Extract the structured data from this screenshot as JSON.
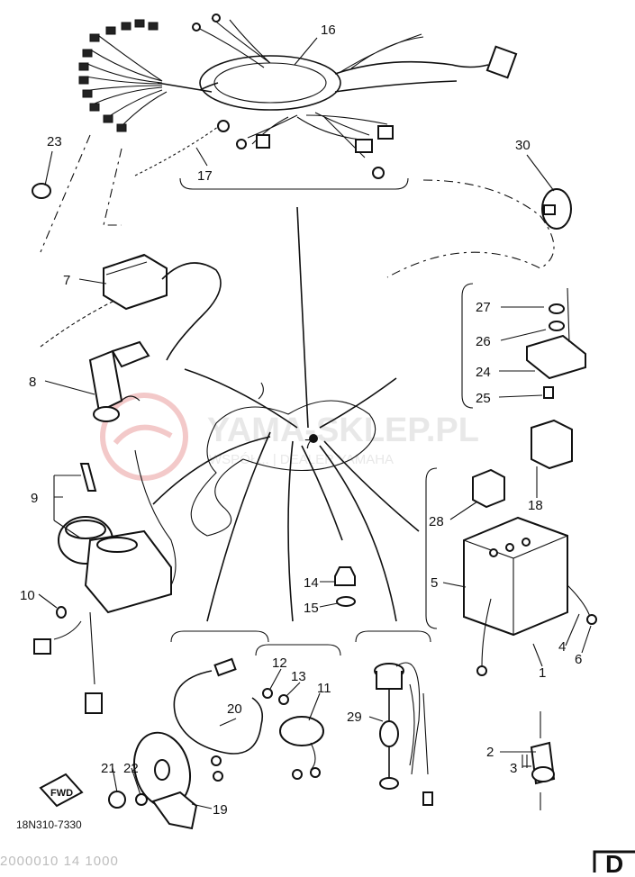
{
  "diagram": {
    "part_labels": [
      {
        "id": "p16",
        "text": "16"
      },
      {
        "id": "p17",
        "text": "17"
      },
      {
        "id": "p23",
        "text": "23"
      },
      {
        "id": "p30",
        "text": "30"
      },
      {
        "id": "p7a",
        "text": "7"
      },
      {
        "id": "p8",
        "text": "8"
      },
      {
        "id": "p7b",
        "text": "7"
      },
      {
        "id": "p27",
        "text": "27"
      },
      {
        "id": "p26",
        "text": "26"
      },
      {
        "id": "p24",
        "text": "24"
      },
      {
        "id": "p25",
        "text": "25"
      },
      {
        "id": "p9",
        "text": "9"
      },
      {
        "id": "p18",
        "text": "18"
      },
      {
        "id": "p28",
        "text": "28"
      },
      {
        "id": "p5",
        "text": "5"
      },
      {
        "id": "p10",
        "text": "10"
      },
      {
        "id": "p14",
        "text": "14"
      },
      {
        "id": "p15",
        "text": "15"
      },
      {
        "id": "p4",
        "text": "4"
      },
      {
        "id": "p6",
        "text": "6"
      },
      {
        "id": "p1",
        "text": "1"
      },
      {
        "id": "p12",
        "text": "12"
      },
      {
        "id": "p13",
        "text": "13"
      },
      {
        "id": "p11",
        "text": "11"
      },
      {
        "id": "p20",
        "text": "20"
      },
      {
        "id": "p29",
        "text": "29"
      },
      {
        "id": "p2",
        "text": "2"
      },
      {
        "id": "p3",
        "text": "3"
      },
      {
        "id": "p21",
        "text": "21"
      },
      {
        "id": "p22",
        "text": "22"
      },
      {
        "id": "p19",
        "text": "19"
      }
    ],
    "fwd_label": "FWD",
    "drawing_code": "18N310-7330",
    "footer_code": "2000010 14 1000",
    "corner_letter": "D",
    "watermark_main": "YAMA-SKLEP.PL",
    "watermark_sub": "WSPÓŁ... | DEALER YAMAHA"
  },
  "colors": {
    "line": "#111111",
    "watermark": "#e8e8e8",
    "watermark_logo": "#f3c9c9"
  }
}
